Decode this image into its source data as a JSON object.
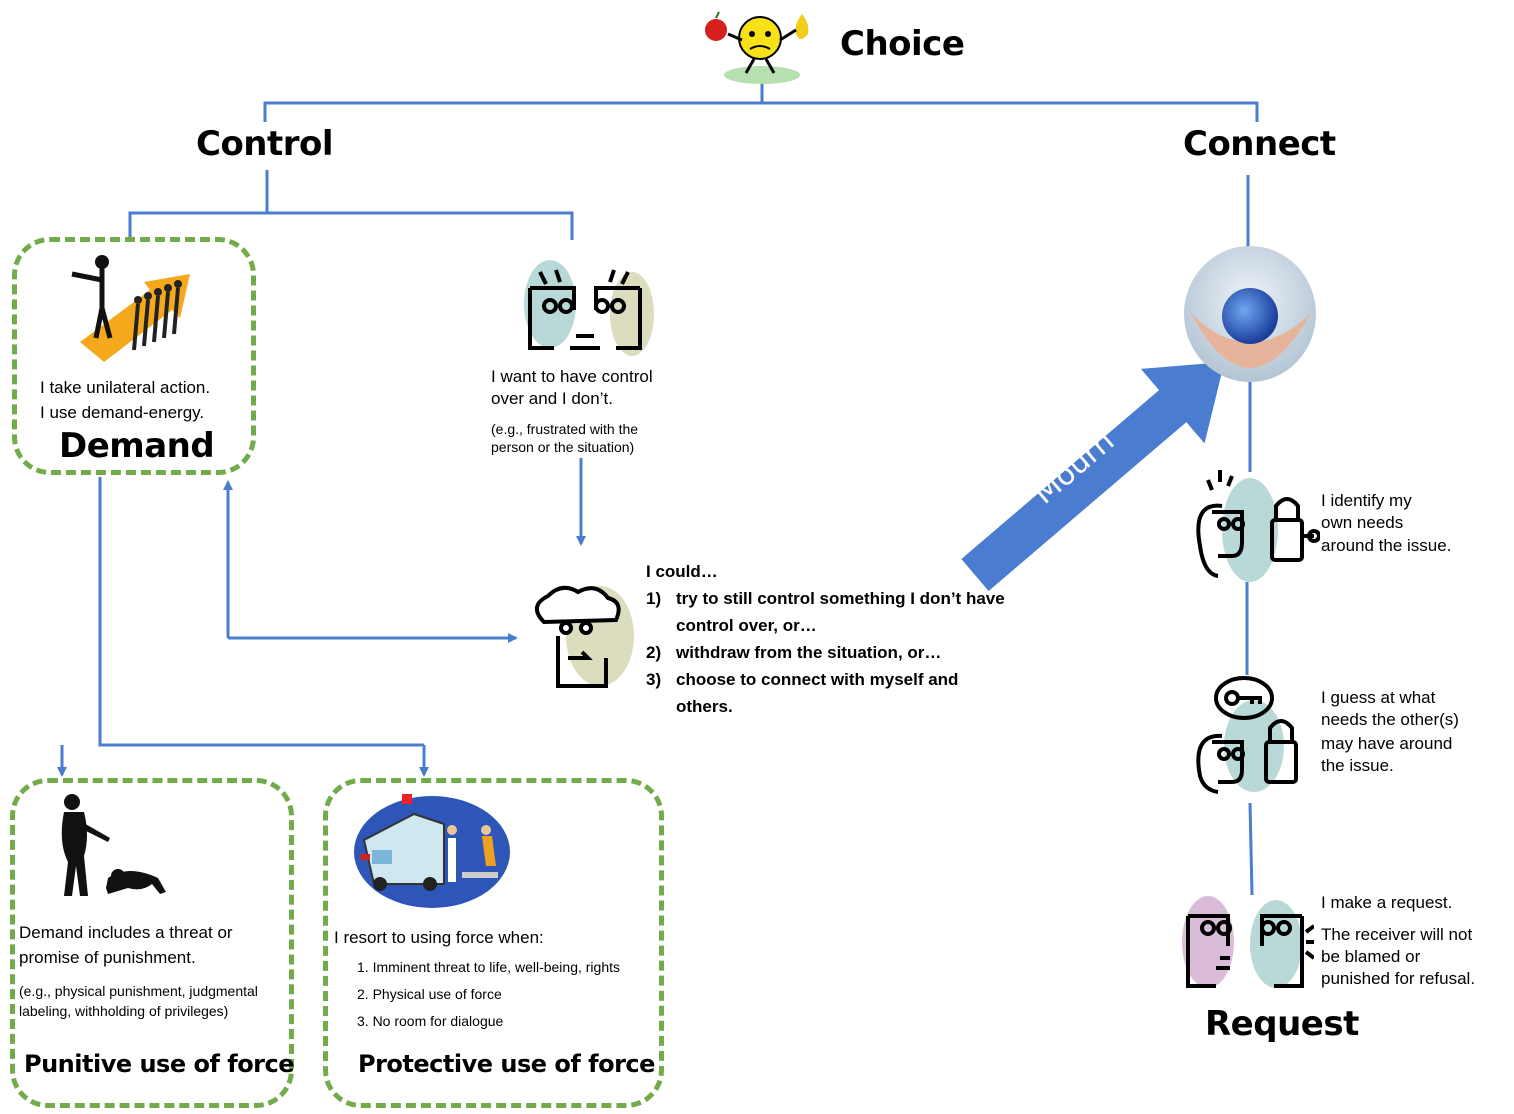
{
  "colors": {
    "connector": "#4a7cd0",
    "dashed_box": "#72ac4a",
    "mourn_arrow": "#4a7cd0"
  },
  "header": {
    "title": "Choice",
    "icon": "choosing-face-apple-pear-icon"
  },
  "branches": {
    "left": "Control",
    "right": "Connect"
  },
  "demand": {
    "icon": "leader-pointing-arrow-icon",
    "lines": [
      "I take unilateral action.",
      "I use demand-energy."
    ],
    "title": "Demand"
  },
  "no_control": {
    "icon": "two-frustrated-faces-icon",
    "line1": "I want to have control",
    "line2": "over and I don’t.",
    "note1": "(e.g., frustrated with the",
    "note2": "person or the situation)"
  },
  "could": {
    "icon": "thinking-face-icon",
    "intro": "I could…",
    "options": [
      {
        "num": "1)",
        "text": "try to still control something I don’t have control over, or…"
      },
      {
        "num": "2)",
        "text": "withdraw from the situation, or…"
      },
      {
        "num": "3)",
        "text": "choose to connect with myself and others."
      }
    ]
  },
  "mourn": {
    "label": "Mourn"
  },
  "punitive": {
    "icon": "person-scolding-kneeling-person-icon",
    "line1": "Demand includes a threat or",
    "line2": "promise of punishment.",
    "note1": "(e.g., physical punishment, judgmental",
    "note2": "labeling, withholding of privileges)",
    "title": "Punitive use of force"
  },
  "protective": {
    "icon": "ambulance-rescue-icon",
    "intro": "I resort to using force when:",
    "items": [
      "1.  Imminent threat to life, well-being, rights",
      "2.  Physical use of force",
      "3.  No room for dialogue"
    ],
    "title": "Protective use of force"
  },
  "connect_steps": {
    "globe_icon": "hands-holding-globe-icon",
    "own_needs": {
      "icon": "face-with-lock-icon",
      "line1": "I identify my",
      "line2": "own needs",
      "line3": "around the issue."
    },
    "others_needs": {
      "icon": "face-with-key-lock-icon",
      "line1": "I guess at what",
      "line2": "needs the other(s)",
      "line3": "may have around",
      "line4": "the issue."
    },
    "request": {
      "icon": "two-faces-talking-icon",
      "line1": "I make a request.",
      "line2": "The receiver will not",
      "line3": "be blamed or",
      "line4": "punished for refusal.",
      "title": "Request"
    }
  }
}
